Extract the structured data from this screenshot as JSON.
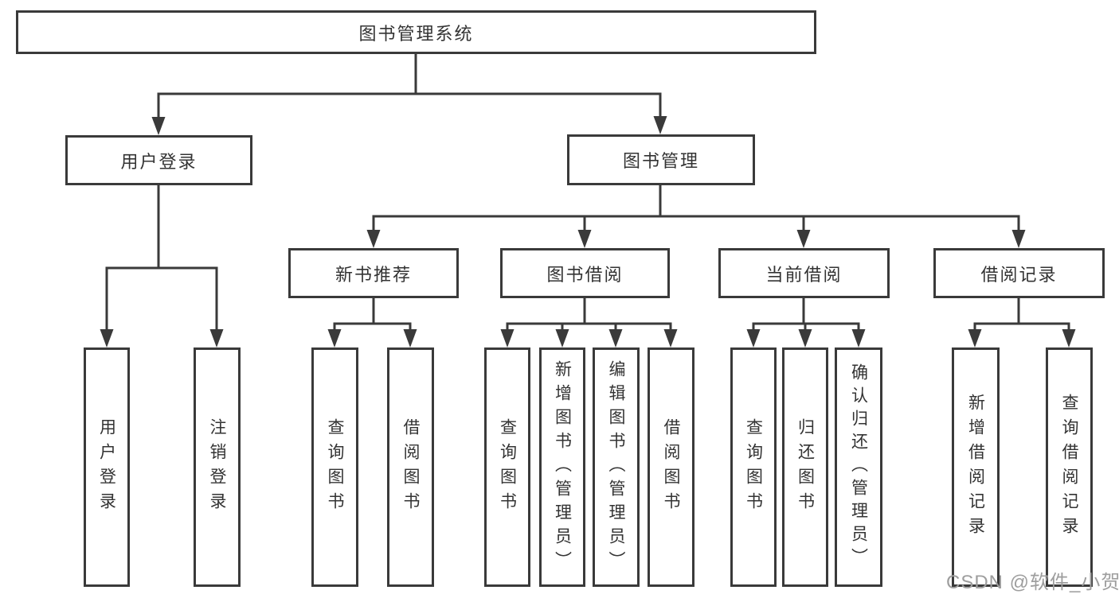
{
  "chart": {
    "root": {
      "label": "图书管理系统"
    },
    "level2": [
      {
        "label": "用户登录"
      },
      {
        "label": "图书管理"
      }
    ],
    "level3": [
      {
        "label": "新书推荐"
      },
      {
        "label": "图书借阅"
      },
      {
        "label": "当前借阅"
      },
      {
        "label": "借阅记录"
      }
    ],
    "leaves": {
      "user_login": [
        {
          "label": "用户登录"
        },
        {
          "label": "注销登录"
        }
      ],
      "new_book": [
        {
          "label": "查询图书"
        },
        {
          "label": "借阅图书"
        }
      ],
      "book_borrow": [
        {
          "label": "查询图书"
        },
        {
          "label": "新增图书（管理员）"
        },
        {
          "label": "编辑图书（管理员）"
        },
        {
          "label": "借阅图书"
        }
      ],
      "current_borrow": [
        {
          "label": "查询图书"
        },
        {
          "label": "归还图书"
        },
        {
          "label": "确认归还（管理员）"
        }
      ],
      "borrow_record": [
        {
          "label": "新增借阅记录"
        },
        {
          "label": "查询借阅记录"
        }
      ]
    },
    "watermark": "CSDN @软件_小贺同学",
    "colors": {
      "line": "#3a3a3a",
      "text": "#333333",
      "background": "#ffffff",
      "watermark": "#9e9e9e"
    }
  }
}
